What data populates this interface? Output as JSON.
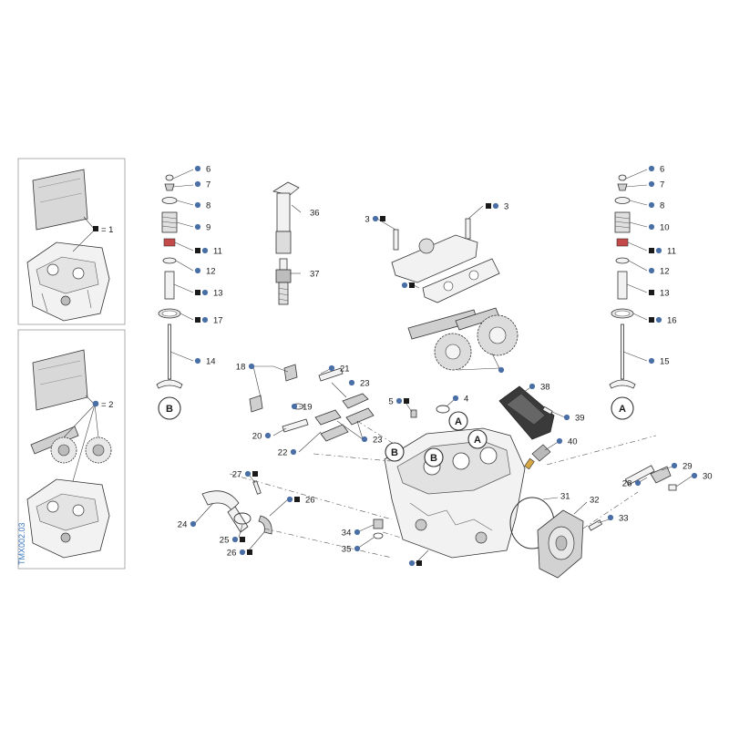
{
  "diagram": {
    "drawing_code": "TMX002.03",
    "colors": {
      "dot": "#4a6fa5",
      "square": "#1a1a1a",
      "code": "#3a78c2"
    },
    "kit_boxes": [
      {
        "id": "kit-1",
        "label": "= 1",
        "markers": [
          "square"
        ]
      },
      {
        "id": "kit-2",
        "label": "= 2",
        "markers": [
          "dot"
        ]
      }
    ],
    "ref_markers": [
      {
        "id": "ref-b-left",
        "letter": "B"
      },
      {
        "id": "ref-a-right",
        "letter": "A"
      },
      {
        "id": "ref-a-head-1",
        "letter": "A"
      },
      {
        "id": "ref-a-head-2",
        "letter": "A"
      },
      {
        "id": "ref-b-head-1",
        "letter": "B"
      },
      {
        "id": "ref-b-head-2",
        "letter": "B"
      }
    ],
    "callouts": [
      {
        "id": "c6l",
        "text": "6",
        "markers": [
          "dot"
        ]
      },
      {
        "id": "c7l",
        "text": "7",
        "markers": [
          "dot"
        ]
      },
      {
        "id": "c8l",
        "text": "8",
        "markers": [
          "dot"
        ]
      },
      {
        "id": "c9",
        "text": "9",
        "markers": [
          "dot"
        ]
      },
      {
        "id": "c11l",
        "text": "11",
        "markers": [
          "square",
          "dot"
        ]
      },
      {
        "id": "c12l",
        "text": "12",
        "markers": [
          "dot"
        ]
      },
      {
        "id": "c13l",
        "text": "13",
        "markers": [
          "square",
          "dot"
        ]
      },
      {
        "id": "c17",
        "text": "17",
        "markers": [
          "square",
          "dot"
        ]
      },
      {
        "id": "c14",
        "text": "14",
        "markers": [
          "dot"
        ]
      },
      {
        "id": "c36",
        "text": "36",
        "markers": []
      },
      {
        "id": "c37",
        "text": "37",
        "markers": []
      },
      {
        "id": "c3l",
        "text": "3",
        "markers": [
          "dot",
          "square"
        ]
      },
      {
        "id": "c3r",
        "text": "3",
        "markers": [
          "square",
          "dot"
        ]
      },
      {
        "id": "c6r",
        "text": "6",
        "markers": [
          "dot"
        ]
      },
      {
        "id": "c7r",
        "text": "7",
        "markers": [
          "dot"
        ]
      },
      {
        "id": "c8r",
        "text": "8",
        "markers": [
          "dot"
        ]
      },
      {
        "id": "c10",
        "text": "10",
        "markers": [
          "dot"
        ]
      },
      {
        "id": "c11r",
        "text": "11",
        "markers": [
          "square",
          "dot"
        ]
      },
      {
        "id": "c12r",
        "text": "12",
        "markers": [
          "dot"
        ]
      },
      {
        "id": "c13r",
        "text": "13",
        "markers": [
          "square"
        ]
      },
      {
        "id": "c16",
        "text": "16",
        "markers": [
          "square",
          "dot"
        ]
      },
      {
        "id": "c15",
        "text": "15",
        "markers": [
          "dot"
        ]
      },
      {
        "id": "c18",
        "text": "18",
        "markers": [
          "dot"
        ]
      },
      {
        "id": "c21",
        "text": "21",
        "markers": [
          "dot"
        ]
      },
      {
        "id": "c23a",
        "text": "23",
        "markers": [
          "dot"
        ]
      },
      {
        "id": "c19",
        "text": "19",
        "markers": [
          "dot"
        ]
      },
      {
        "id": "c20",
        "text": "20",
        "markers": [
          "dot"
        ]
      },
      {
        "id": "c22",
        "text": "22",
        "markers": [
          "dot"
        ]
      },
      {
        "id": "c23b",
        "text": "23",
        "markers": [
          "dot"
        ]
      },
      {
        "id": "c5",
        "text": "5",
        "markers": [
          "dot",
          "square"
        ]
      },
      {
        "id": "c4",
        "text": "4",
        "markers": [
          "dot"
        ]
      },
      {
        "id": "c38",
        "text": "38",
        "markers": [
          "dot"
        ]
      },
      {
        "id": "c39",
        "text": "39",
        "markers": [
          "dot"
        ]
      },
      {
        "id": "c40",
        "text": "40",
        "markers": [
          "dot"
        ]
      },
      {
        "id": "c27",
        "text": "27",
        "markers": [
          "dot",
          "square"
        ]
      },
      {
        "id": "c26a",
        "text": "26",
        "markers": [
          "dot",
          "square"
        ]
      },
      {
        "id": "c24",
        "text": "24",
        "markers": [
          "dot"
        ]
      },
      {
        "id": "c25",
        "text": "25",
        "markers": [
          "dot",
          "square"
        ]
      },
      {
        "id": "c26b",
        "text": "26",
        "markers": [
          "dot",
          "square"
        ]
      },
      {
        "id": "c34",
        "text": "34",
        "markers": [
          "dot"
        ]
      },
      {
        "id": "c35",
        "text": "35",
        "markers": [
          "dot"
        ]
      },
      {
        "id": "c31",
        "text": "31",
        "markers": []
      },
      {
        "id": "c32",
        "text": "32",
        "markers": []
      },
      {
        "id": "c33",
        "text": "33",
        "markers": [
          "dot"
        ]
      },
      {
        "id": "c29",
        "text": "29",
        "markers": [
          "dot"
        ]
      },
      {
        "id": "c28",
        "text": "28",
        "markers": [
          "dot"
        ]
      },
      {
        "id": "c30",
        "text": "30",
        "markers": [
          "dot"
        ]
      },
      {
        "id": "c-head",
        "text": "",
        "markers": [
          "dot",
          "square"
        ]
      },
      {
        "id": "c-arm",
        "text": "",
        "markers": [
          "dot",
          "square"
        ]
      },
      {
        "id": "c-cam",
        "text": "",
        "markers": [
          "dot"
        ]
      }
    ]
  }
}
